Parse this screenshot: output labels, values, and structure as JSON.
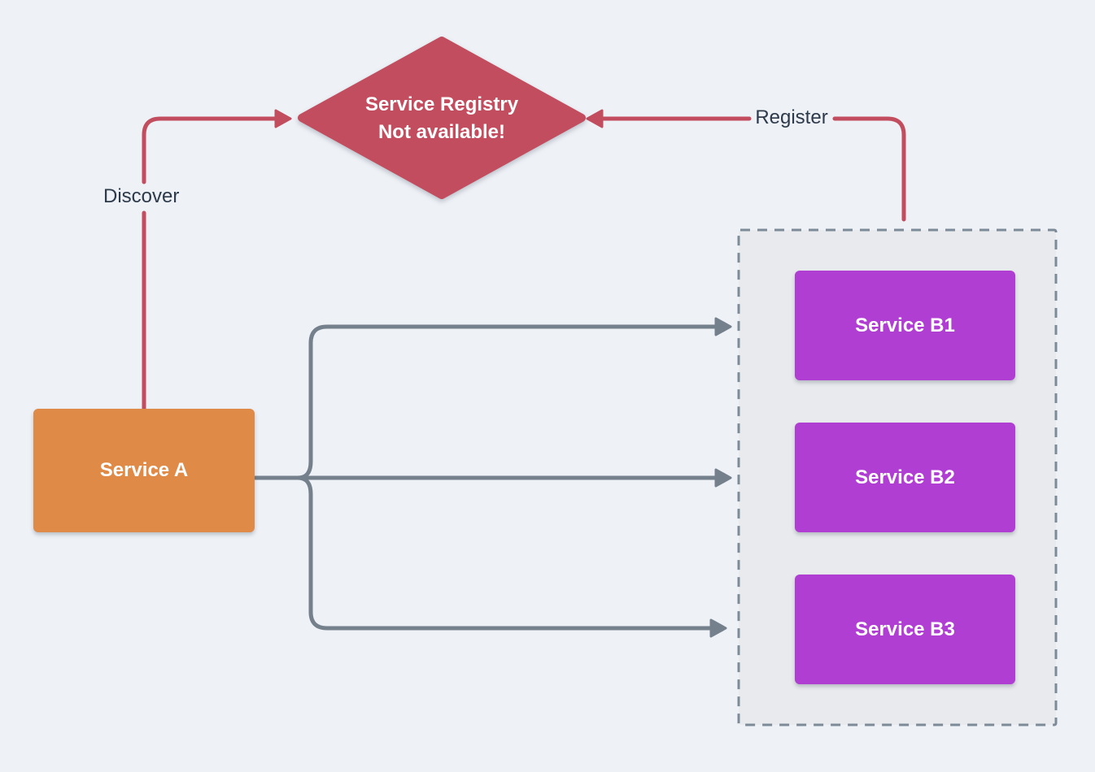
{
  "diagram": {
    "colors": {
      "background": "#eef1f6",
      "edge_red": "#c24d5e",
      "edge_gray": "#74808c",
      "node_orange": "#e08a47",
      "node_purple": "#b13ed3",
      "group_fill": "#e8eaed",
      "group_border": "#7d8a98",
      "label_text": "#2d3a4b",
      "node_text": "#ffffff"
    },
    "nodes": {
      "registry": {
        "shape": "diamond",
        "label_line1": "Service Registry",
        "label_line2": "Not available!"
      },
      "service_a": {
        "shape": "rect",
        "label": "Service A"
      },
      "service_b1": {
        "shape": "rect",
        "label": "Service B1"
      },
      "service_b2": {
        "shape": "rect",
        "label": "Service B2"
      },
      "service_b3": {
        "shape": "rect",
        "label": "Service B3"
      }
    },
    "group": {
      "style": "dashed",
      "contains": [
        "service_b1",
        "service_b2",
        "service_b3"
      ]
    },
    "edges": {
      "discover": {
        "label": "Discover",
        "from": "service_a",
        "to": "registry"
      },
      "register": {
        "label": "Register",
        "from": "service_b_group",
        "to": "registry"
      },
      "call_b1": {
        "label": "",
        "from": "service_a",
        "to": "service_b1"
      },
      "call_b2": {
        "label": "",
        "from": "service_a",
        "to": "service_b2"
      },
      "call_b3": {
        "label": "",
        "from": "service_a",
        "to": "service_b3"
      }
    }
  }
}
